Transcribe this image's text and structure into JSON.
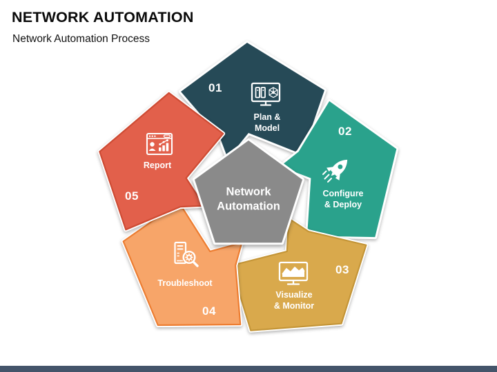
{
  "header": {
    "title": "NETWORK AUTOMATION",
    "subtitle": "Network Automation Process"
  },
  "center": {
    "label": "Network Automation",
    "display": "Network\nAutomation",
    "color": "#8A8A8A"
  },
  "steps": [
    {
      "number": "01",
      "label": "Plan & Model",
      "display": "Plan &\nModel",
      "icon": "plan-model-icon",
      "fill": "#264A57",
      "border": "#264A57"
    },
    {
      "number": "02",
      "label": "Configure & Deploy",
      "display": "Configure\n& Deploy",
      "icon": "rocket-icon",
      "fill": "#2AA28C",
      "border": "#2AA28C"
    },
    {
      "number": "03",
      "label": "Visualize & Monitor",
      "display": "Visualize\n& Monitor",
      "icon": "monitor-chart-icon",
      "fill": "#D9A94C",
      "border": "#C49537"
    },
    {
      "number": "04",
      "label": "Troubleshoot",
      "display": "Troubleshoot",
      "icon": "server-search-icon",
      "fill": "#F7A569",
      "border": "#ED7D31"
    },
    {
      "number": "05",
      "label": "Report",
      "display": "Report",
      "icon": "report-icon",
      "fill": "#E2604B",
      "border": "#CE4B33"
    }
  ],
  "footer": {
    "bar_color": "#44546A"
  }
}
